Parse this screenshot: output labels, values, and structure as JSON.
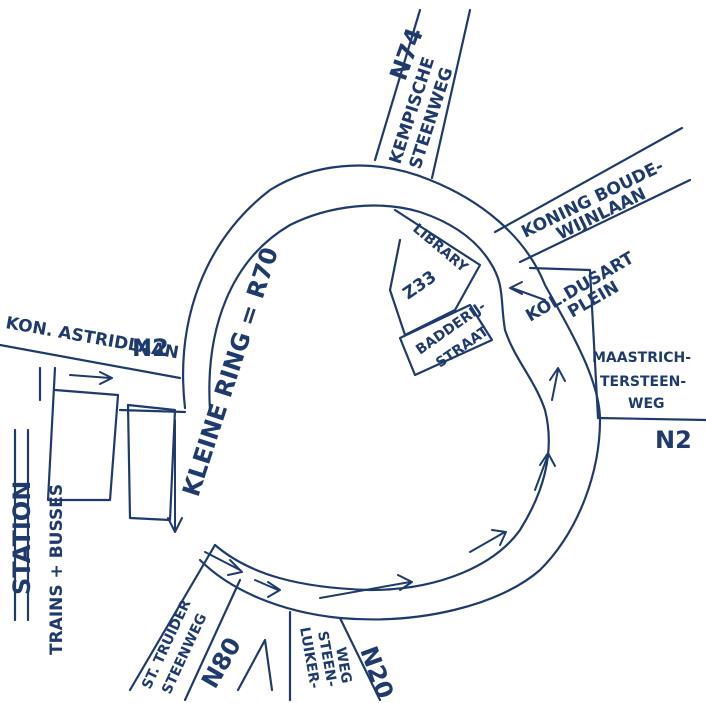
{
  "colors": {
    "ink": "#1f3b6e",
    "paper": "#ffffff"
  },
  "labels": {
    "n74": "N74",
    "kempische_1": "KEMPISCHE",
    "kempische_2": "STEENWEG",
    "koning_1": "KONING BOUDE-",
    "koning_2": "WIJNLAAN",
    "library": "LIBRARY",
    "building": "Z33",
    "kol_dusart_1": "KOL.DUSART",
    "kol_dusart_2": "PLEIN",
    "badderij_1": "BADDERIJ-",
    "badderij_2": "STRAAT",
    "maastricht_1": "MAASTRICH-",
    "maastricht_2": "TERSTEEN-",
    "maastricht_3": "WEG",
    "n2_east": "N2",
    "n2_west": "N2",
    "astridlaan": "KON. ASTRIDLAAN",
    "kleine_ring": "KLEINE RING = R70",
    "station": "STATION",
    "trains": "TRAINS + BUSSES",
    "truiden_1": "ST. TRUIDER",
    "truiden_2": "STEENWEG",
    "n80": "N80",
    "luiker_1": "LUIKER-",
    "luiker_2": "STEEN-",
    "luiker_3": "WEG",
    "n20": "N20"
  }
}
